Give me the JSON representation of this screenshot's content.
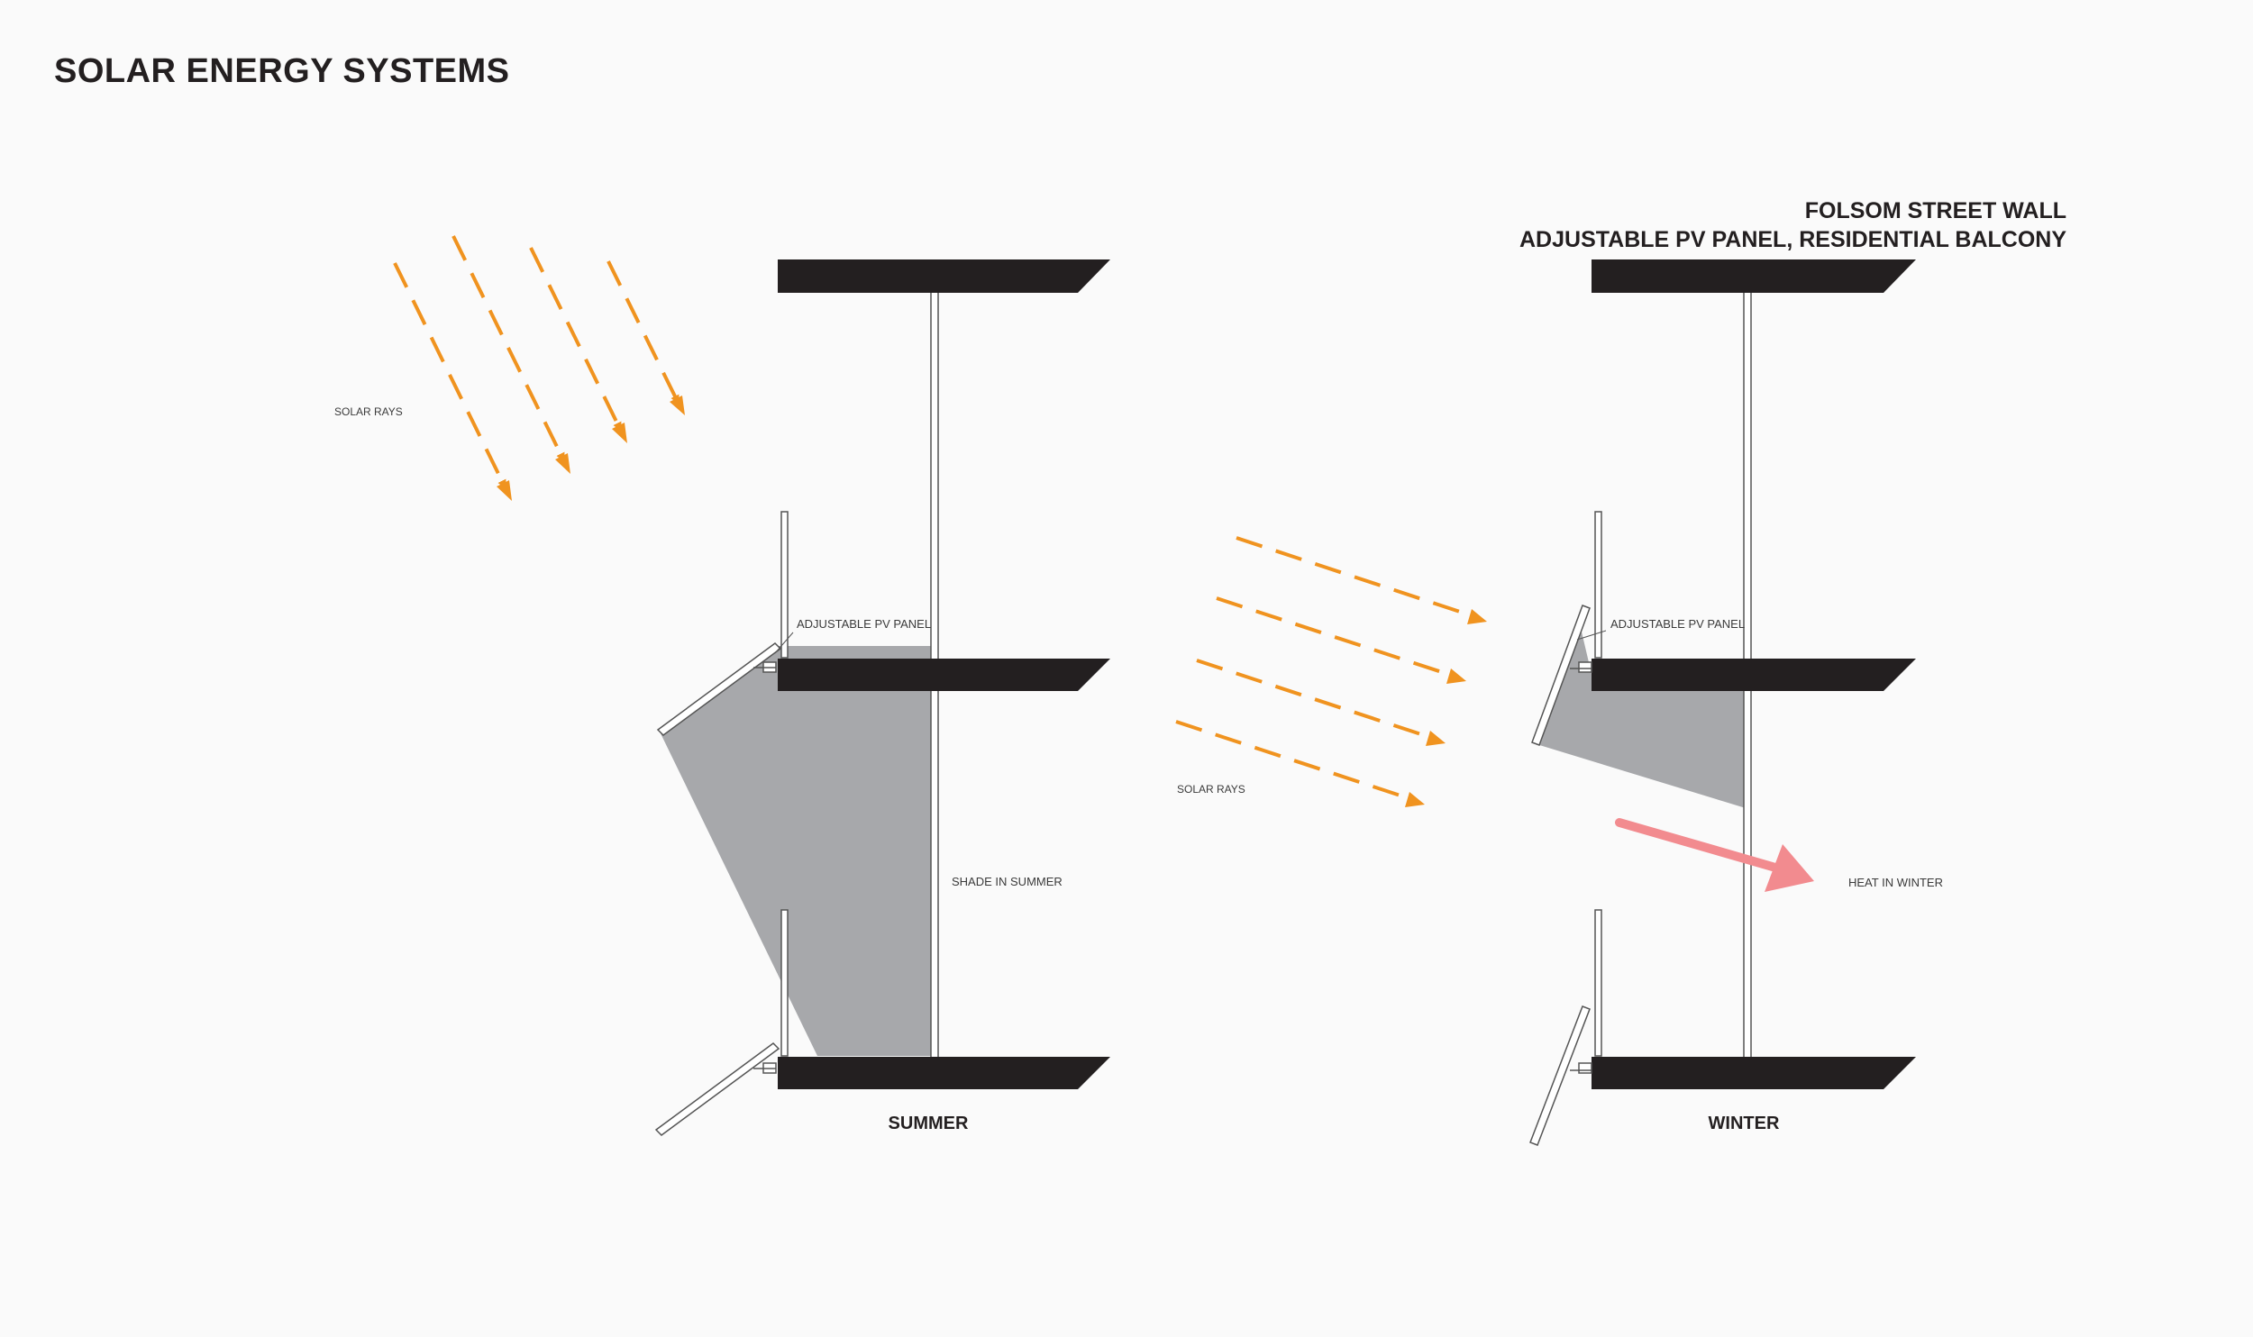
{
  "title": "SOLAR ENERGY SYSTEMS",
  "header": {
    "line1": "FOLSOM STREET WALL",
    "line2": "ADJUSTABLE PV PANEL, RESIDENTIAL BALCONY"
  },
  "summer": {
    "caption": "SUMMER",
    "solar_rays_label": "SOLAR RAYS",
    "panel_label": "ADJUSTABLE PV PANEL",
    "shade_label": "SHADE IN SUMMER"
  },
  "winter": {
    "caption": "WINTER",
    "solar_rays_label": "SOLAR RAYS",
    "panel_label": "ADJUSTABLE PV PANEL",
    "heat_label": "HEAT IN WINTER"
  },
  "colors": {
    "slab": "#231f20",
    "ray": "#f0931f",
    "shade": "#a7a8ab",
    "heat": "#f28b8f",
    "line": "#555555"
  }
}
